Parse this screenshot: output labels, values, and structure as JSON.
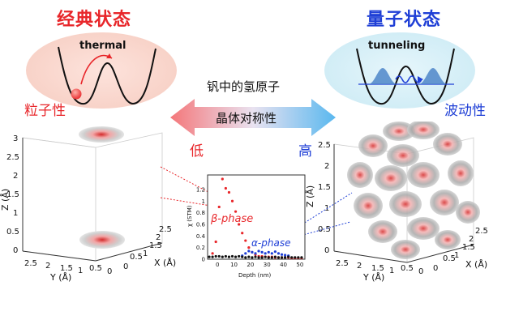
{
  "classical": {
    "title": "经典状态",
    "label": "粒子性",
    "process": "thermal"
  },
  "quantum": {
    "title": "量子状态",
    "label": "波动性",
    "process": "tunneling"
  },
  "center": {
    "title": "钒中的氢原子",
    "arrow_label": "晶体对称性",
    "low": "低",
    "high": "高"
  },
  "left_plot": {
    "z_label": "Z (Å)",
    "y_label": "Y (Å)",
    "x_label": "X (Å)",
    "z_ticks": [
      "0",
      "0.5",
      "1",
      "1.5",
      "2",
      "2.5",
      "3"
    ],
    "y_ticks": [
      "2.5",
      "2",
      "1.5",
      "1",
      "0.5",
      "0"
    ],
    "x_ticks": [
      "0",
      "0.5",
      "1",
      "1.5",
      "2",
      "2.5"
    ]
  },
  "right_plot": {
    "z_label": "Z (Å)",
    "y_label": "Y (Å)",
    "x_label": "X (Å)",
    "z_ticks": [
      "0",
      "0.5",
      "1",
      "1.5",
      "2",
      "2.5"
    ],
    "y_ticks": [
      "2.5",
      "2",
      "1.5",
      "1",
      "0.5",
      "0"
    ],
    "x_ticks": [
      "0",
      "0.5",
      "1",
      "1.5",
      "2",
      "2.5"
    ]
  },
  "inset": {
    "beta_label": "β-phase",
    "alpha_label": "α-phase",
    "ylabel": "χ (STM)",
    "xlabel": "Depth (nm)",
    "x_ticks": [
      "0",
      "10",
      "20",
      "30",
      "40",
      "50"
    ],
    "y_ticks": [
      "0",
      "0.2",
      "0.4",
      "0.6",
      "0.8",
      "1",
      "1.2"
    ]
  },
  "chart_data": {
    "type": "scatter",
    "xlabel": "Depth (nm)",
    "ylabel": "χ (STM)",
    "xlim": [
      -6,
      53
    ],
    "ylim": [
      0,
      1.45
    ],
    "series": [
      {
        "name": "β-phase",
        "color": "#e8262a",
        "x": [
          -3,
          -1,
          1,
          3,
          5,
          7,
          9,
          11,
          13,
          15,
          17,
          19,
          21,
          23,
          25,
          27,
          29,
          31,
          33,
          35,
          37,
          39,
          41,
          43,
          45,
          47,
          49,
          51
        ],
        "y": [
          0.1,
          0.3,
          0.9,
          1.38,
          1.22,
          1.15,
          1.0,
          0.82,
          0.6,
          0.45,
          0.32,
          0.2,
          0.12,
          0.08,
          0.05,
          0.05,
          0.04,
          0.04,
          0.04,
          0.03,
          0.03,
          0.03,
          0.03,
          0.03,
          0.02,
          0.02,
          0.02,
          0.02
        ]
      },
      {
        "name": "α-phase",
        "color": "#1f3fd6",
        "x": [
          15,
          17,
          19,
          21,
          23,
          25,
          27,
          29,
          31,
          33,
          35,
          37,
          39,
          41,
          43
        ],
        "y": [
          0.06,
          0.1,
          0.14,
          0.12,
          0.1,
          0.14,
          0.12,
          0.1,
          0.12,
          0.1,
          0.13,
          0.1,
          0.08,
          0.07,
          0.06
        ]
      },
      {
        "name": "",
        "color": "#111111",
        "x": [
          -5,
          -3,
          -1,
          1,
          3,
          5,
          7,
          9,
          11,
          13,
          15,
          17,
          19,
          21,
          23,
          25,
          27,
          29,
          31,
          33,
          35,
          37,
          39,
          41,
          43,
          45,
          47,
          49,
          51
        ],
        "y": [
          0.04,
          0.04,
          0.05,
          0.05,
          0.04,
          0.05,
          0.04,
          0.05,
          0.04,
          0.05,
          0.04,
          0.03,
          0.04,
          0.03,
          0.04,
          0.03,
          0.03,
          0.04,
          0.03,
          0.03,
          0.04,
          0.03,
          0.03,
          0.03,
          0.04,
          0.03,
          0.03,
          0.03,
          0.03
        ]
      }
    ]
  }
}
